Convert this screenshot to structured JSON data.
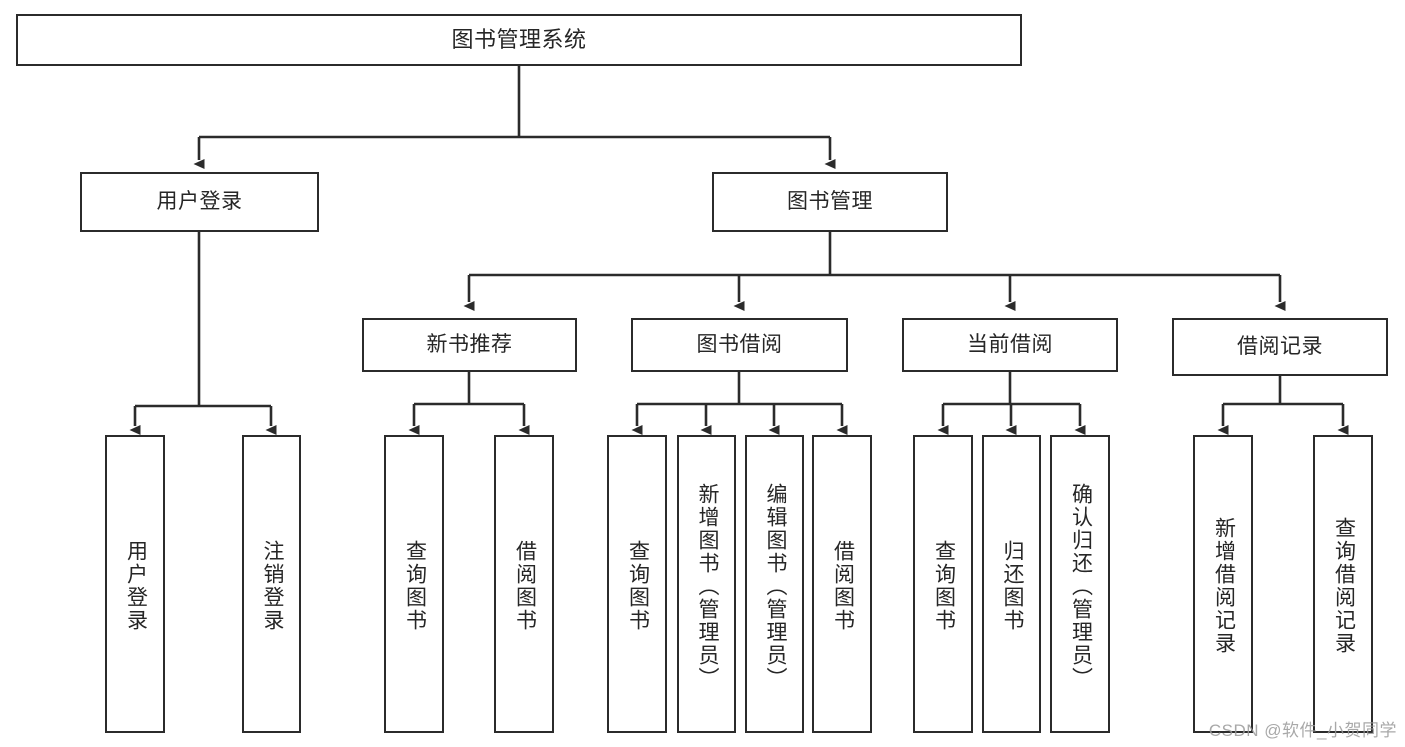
{
  "diagram": {
    "type": "tree-hierarchy-chart",
    "title": "图书管理系统",
    "stroke_color": "#2b2b2b",
    "fill_color": "#ffffff",
    "text_color": "#262626",
    "levels": [
      {
        "level": 1,
        "nodes": [
          {
            "id": "root",
            "label": "图书管理系统"
          }
        ]
      },
      {
        "level": 2,
        "nodes": [
          {
            "id": "login",
            "label": "用户登录"
          },
          {
            "id": "bookmgmt",
            "label": "图书管理"
          }
        ]
      },
      {
        "level": 3,
        "nodes": [
          {
            "id": "newbook",
            "label": "新书推荐"
          },
          {
            "id": "borrow",
            "label": "图书借阅"
          },
          {
            "id": "current",
            "label": "当前借阅"
          },
          {
            "id": "record",
            "label": "借阅记录"
          }
        ]
      },
      {
        "level": 4,
        "nodes": [
          {
            "id": "leaf1",
            "label": "用户登录",
            "parent": "login"
          },
          {
            "id": "leaf2",
            "label": "注销登录",
            "parent": "login"
          },
          {
            "id": "leaf3",
            "label": "查询图书",
            "parent": "newbook"
          },
          {
            "id": "leaf4",
            "label": "借阅图书",
            "parent": "newbook"
          },
          {
            "id": "leaf5",
            "label": "查询图书",
            "parent": "borrow"
          },
          {
            "id": "leaf6",
            "label": "新增图书（管理员）",
            "parent": "borrow"
          },
          {
            "id": "leaf7",
            "label": "编辑图书（管理员）",
            "parent": "borrow"
          },
          {
            "id": "leaf8",
            "label": "借阅图书",
            "parent": "borrow"
          },
          {
            "id": "leaf9",
            "label": "查询图书",
            "parent": "current"
          },
          {
            "id": "leaf10",
            "label": "归还图书",
            "parent": "current"
          },
          {
            "id": "leaf11",
            "label": "确认归还（管理员）",
            "parent": "current"
          },
          {
            "id": "leaf12",
            "label": "新增借阅记录",
            "parent": "record"
          },
          {
            "id": "leaf13",
            "label": "查询借阅记录",
            "parent": "record"
          }
        ]
      }
    ]
  },
  "watermark": {
    "text": "CSDN @软件_小贺同学"
  }
}
